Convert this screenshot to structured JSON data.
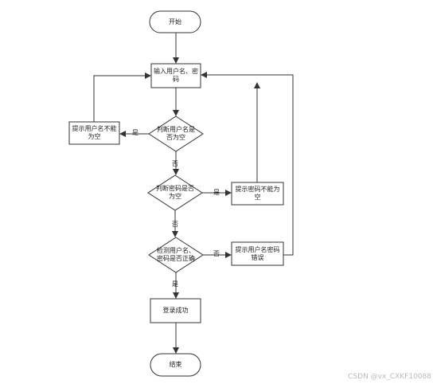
{
  "nodes": {
    "start": "开始",
    "input": "输入用户名、密码",
    "check_user_empty": "判断用户名是否为空",
    "prompt_user_empty": "提示用户名不能为空",
    "check_pwd_empty": "判断密码是否为空",
    "prompt_pwd_empty": "提示密码不能为空",
    "verify": "检测用户名、密码是否正确",
    "prompt_wrong": "提示用户名密码错误",
    "success": "登录成功",
    "end": "结束"
  },
  "edges": {
    "user_empty_yes": "是",
    "user_empty_no": "否",
    "pwd_empty_yes": "是",
    "pwd_empty_no": "否",
    "verify_no": "否",
    "verify_yes": "是"
  },
  "watermark": "CSDN @vx_CXKF10088"
}
